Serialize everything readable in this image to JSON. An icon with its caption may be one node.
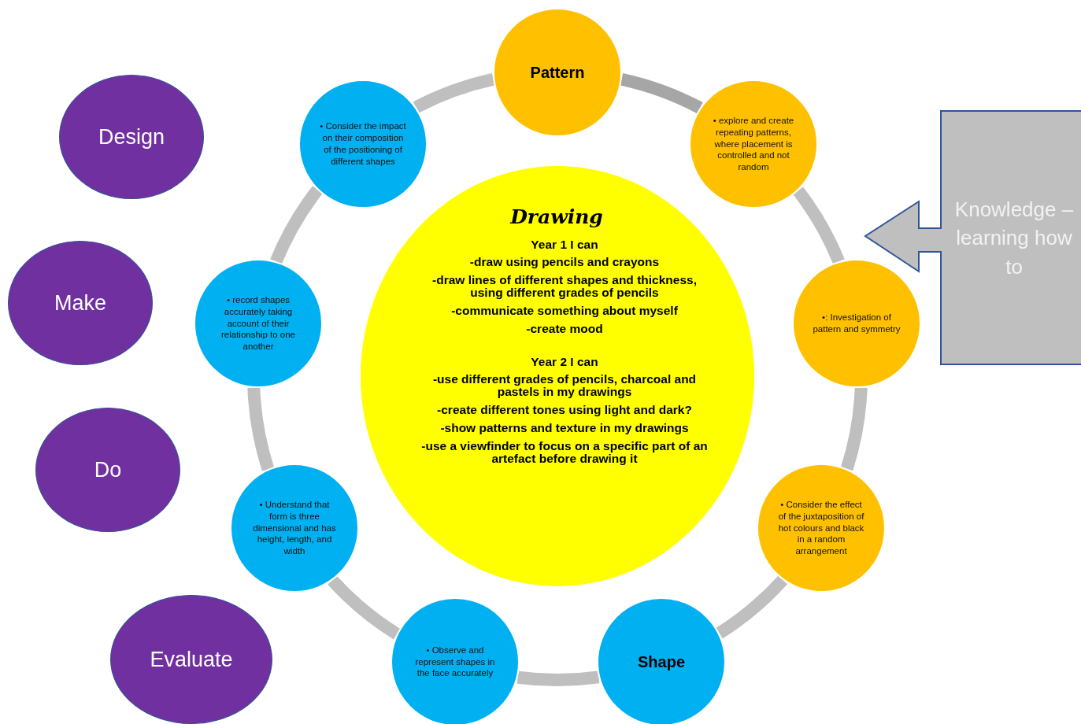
{
  "diagram": {
    "nodes": [
      {
        "text": [
          "Design"
        ]
      },
      {
        "text": [
          "Pattern"
        ]
      },
      {
        "text": [
          "• Consider the impact on their composition of the positioning of different shapes"
        ]
      },
      {
        "text": [
          "• explore and create repeating patterns, where placement is controlled and not random"
        ]
      },
      {
        "text": [
          "Knowledge – learning how to"
        ]
      },
      {
        "text": [
          "Make"
        ]
      },
      {
        "text": [
          "• record shapes accurately taking account of their relationship to one another"
        ]
      },
      {
        "text": [
          "Drawing",
          "Year 1 I can",
          "-draw using pencils and crayons",
          "-draw lines of different shapes and thickness, using different grades of pencils",
          "-communicate something about myself",
          "-create mood",
          "Year 2 I can",
          "-use different grades of pencils, charcoal and pastels in my drawings",
          "-create different tones using light and dark?",
          "-show patterns and texture in my drawings",
          "-use a viewfinder to focus on a specific part of an artefact before drawing it"
        ]
      },
      {
        "text": [
          "•: Investigation of pattern and symmetry"
        ]
      },
      {
        "text": [
          "Do"
        ]
      },
      {
        "text": [
          "• Understand that form is three dimensional and has height, length, and width"
        ]
      },
      {
        "text": [
          "• Consider the effect of the juxtaposition of hot colours and black in a random arrangement"
        ]
      },
      {
        "text": [
          "Evaluate"
        ]
      },
      {
        "text": [
          "• Observe and represent shapes in the face accurately"
        ]
      },
      {
        "text": [
          "Shape"
        ]
      }
    ],
    "edges": [
      {
        "from": 1,
        "to": 3,
        "arrow": "none",
        "color": "#a6a6a6"
      },
      {
        "from": 3,
        "to": 8,
        "arrow": "none"
      },
      {
        "from": 8,
        "to": 11,
        "arrow": "none"
      },
      {
        "from": 11,
        "to": 14,
        "arrow": "none"
      },
      {
        "from": 14,
        "to": 13,
        "arrow": "none"
      },
      {
        "from": 13,
        "to": 10,
        "arrow": "none"
      },
      {
        "from": 10,
        "to": 6,
        "arrow": "none"
      },
      {
        "from": 6,
        "to": 2,
        "arrow": "none"
      },
      {
        "from": 2,
        "to": 1,
        "arrow": "none"
      }
    ]
  }
}
